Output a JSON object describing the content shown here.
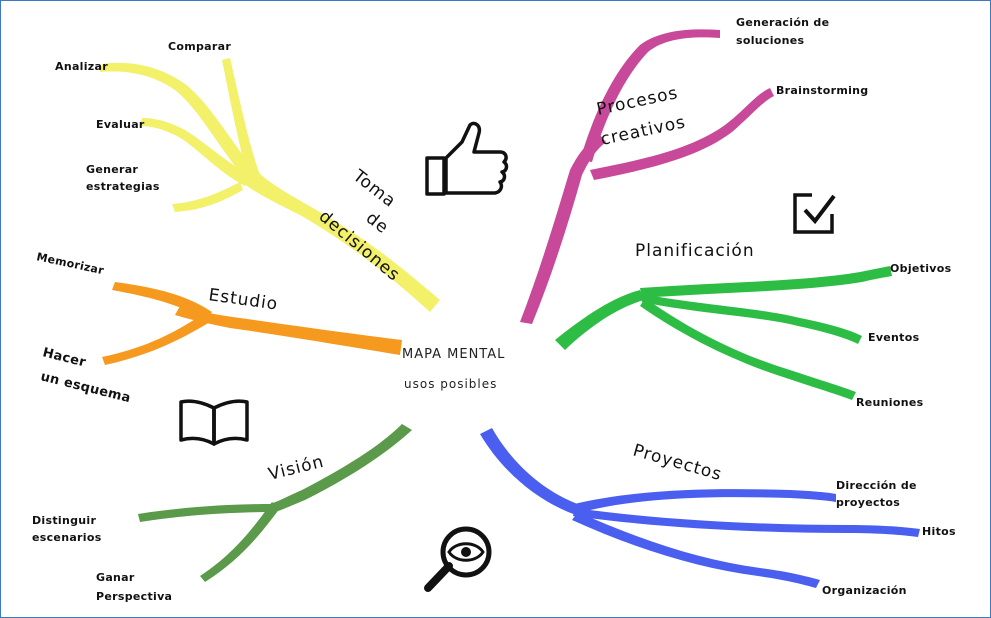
{
  "colors": {
    "yellow": "#f3f06a",
    "orange": "#f59a1e",
    "magenta": "#c8489a",
    "green": "#2dbd45",
    "blue": "#4a5ef0",
    "darkgreen": "#5b9a4a",
    "frame": "#3a78c8"
  },
  "center": {
    "title": "MAPA MENTAL",
    "subtitle": "usos posibles"
  },
  "branches": {
    "toma": {
      "title_lines": [
        "Toma",
        "de",
        "decisiones"
      ],
      "subs": [
        "Comparar",
        "Analizar",
        "Evaluar",
        "Generar",
        "estrategias"
      ]
    },
    "estudio": {
      "title": "Estudio",
      "subs": [
        "Memorizar",
        "Hacer",
        "un esquema"
      ]
    },
    "vision": {
      "title": "Visión",
      "subs": [
        "Distinguir",
        "escenarios",
        "Ganar",
        "Perspectiva"
      ]
    },
    "procesos": {
      "title_lines": [
        "Procesos",
        "creativos"
      ],
      "subs": [
        "Generación de",
        "soluciones",
        "Brainstorming"
      ]
    },
    "planificacion": {
      "title": "Planificación",
      "subs": [
        "Objetivos",
        "Eventos",
        "Reuniones"
      ]
    },
    "proyectos": {
      "title": "Proyectos",
      "subs": [
        "Dirección de",
        "proyectos",
        "Hitos",
        "Organización"
      ]
    }
  },
  "icons": [
    "thumbs-up-icon",
    "checkbox-icon",
    "open-book-icon",
    "magnifier-eye-icon"
  ]
}
